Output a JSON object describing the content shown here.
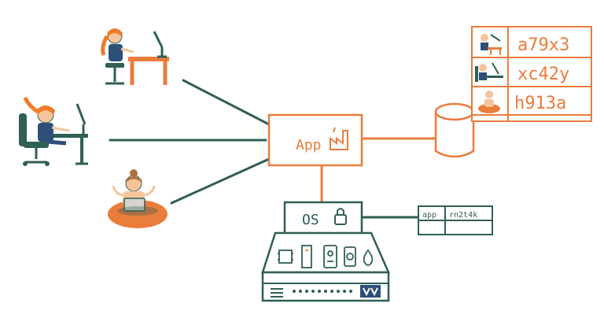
{
  "colors": {
    "orange": "#ea7c3c",
    "teal": "#2f5f55",
    "skin": "#f4c59a",
    "hair_orange": "#ef7b2a",
    "hair_brown": "#b0703e",
    "shirt_blue": "#2e4f78"
  },
  "users": [
    {
      "icon": "user-at-standing-desk-icon"
    },
    {
      "icon": "user-at-desk-chair-icon"
    },
    {
      "icon": "user-meditating-laptop-icon"
    }
  ],
  "app_box": {
    "label": "App",
    "icon": "factory-icon"
  },
  "os_box": {
    "label": "OS",
    "icon": "lock-icon"
  },
  "os_table": {
    "cells": [
      "app",
      "rn2t4k"
    ]
  },
  "db_table": {
    "rows": [
      {
        "icon": "user-at-standing-desk-icon",
        "value": "a79x3"
      },
      {
        "icon": "user-at-desk-chair-icon",
        "value": "xc42y"
      },
      {
        "icon": "user-meditating-laptop-icon",
        "value": "h913a"
      }
    ]
  },
  "server": {
    "components": [
      "cpu-chip-icon",
      "memory-stick-icon",
      "storage-card-icon",
      "disk-icon",
      "water-drop-icon"
    ],
    "logo": "vendor-logo-icon"
  }
}
